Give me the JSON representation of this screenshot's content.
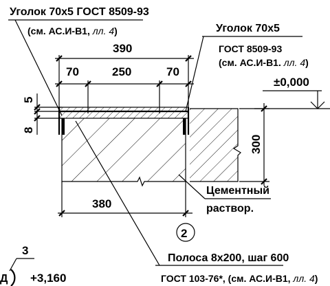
{
  "labels": {
    "angle_left_line1": "Уголок 70x5 ГОСТ 8509-93",
    "angle_left_line2": "(см. АС.И-В1, ",
    "angle_left_line2_it": "лл. 4",
    "angle_left_line2_end": ")",
    "angle_right_line1": "Уголок 70x5",
    "angle_right_line2": "ГОСТ 8509-93",
    "angle_right_line3": "(см. АС.И-В1. ",
    "angle_right_line3_it": "лл. 4",
    "angle_right_line3_end": ")",
    "level_top": "±0,000",
    "cement_line1": "Цементный",
    "cement_line2": "раствор.",
    "callout_num": "2",
    "strip_line1": "Полоса 8x200, шаг 600",
    "strip_line2": "ГОСТ 103-76*, (см. АС.И-В1, ",
    "strip_line2_it": "лл. 4",
    "strip_line2_end": ")",
    "level_bottom": "+3,160",
    "axis_mark": "3",
    "axis_letter": "Д"
  },
  "dimensions": {
    "overall": "390",
    "left": "70",
    "middle": "250",
    "right": "70",
    "thickness_top": "5",
    "thickness_side": "8",
    "height": "300",
    "bottom": "380"
  }
}
